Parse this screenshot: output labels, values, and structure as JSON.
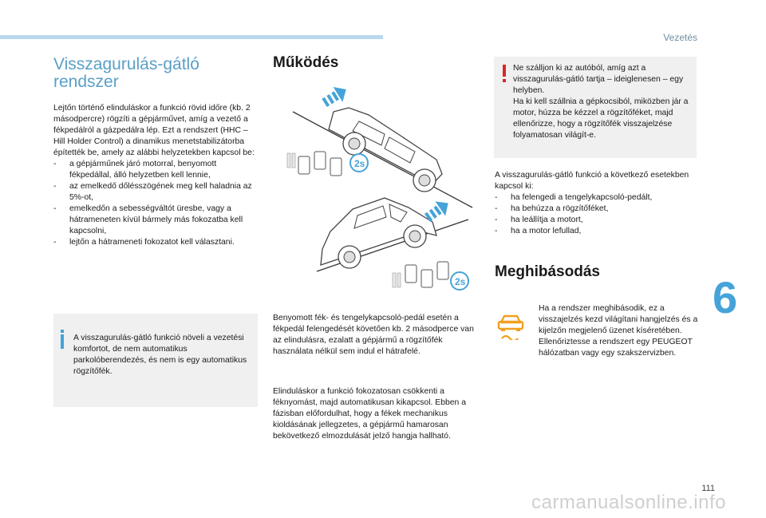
{
  "header": {
    "section_name": "Vezetés",
    "chapter_number": "6",
    "page_number": "111",
    "watermark": "carmanualsonline.info"
  },
  "left": {
    "title_line1": "Visszagurulás-gátló",
    "title_line2": "rendszer",
    "intro": "Lejtőn történő elinduláskor a funkció rövid időre (kb. 2 másodpercre) rögzíti a gépjárművet, amíg a vezető a fékpedálról a gázpedálra lép. Ezt a rendszert (HHC – Hill Holder Control) a dinamikus menetstabilizátorba építették be, amely az alábbi helyzetekben kapcsol be:",
    "conditions": [
      "a gépjárműnek járó motorral, benyomott fékpedállal, álló helyzetben kell lennie,",
      "az emelkedő dőlésszögének meg kell haladnia az 5%-ot,",
      "emelkedőn a sebességváltót üresbe, vagy a hátrameneten kívül bármely más fokozatba kell kapcsolni,",
      "lejtőn a hátrameneti fokozatot kell választani."
    ],
    "info_note": "A visszagurulás-gátló funkció növeli a vezetési komfortot, de nem automatikus parkolóberendezés, és nem is egy automatikus rögzítőfék."
  },
  "middle": {
    "heading": "Működés",
    "para1": "Benyomott fék- és tengelykapcsoló-pedál esetén a fékpedál felengedését követően kb. 2 másodperce van az elindulásra, ezalatt a gépjármű a rögzítőfék használata nélkül sem indul el hátrafelé.",
    "para2": "Elinduláskor a funkció fokozatosan csökkenti a féknyomást, majd automatikusan kikapcsol. Ebben a fázisban előfordulhat, hogy a fékek mechanikus kioldásának jellegzetes, a gépjármű hamarosan bekövetkező elmozdulását jelző hangja hallható."
  },
  "right": {
    "warning_line1": "Ne szálljon ki az autóból, amíg azt a visszagurulás-gátló tartja – ideiglenesen – egy helyben.",
    "warning_line2": "Ha ki kell szállnia a gépkocsiból, miközben jár a motor, húzza be kézzel a rögzítőféket, majd ellenőrizze, hogy a rögzítőfék visszajelzése folyamatosan világít-e.",
    "deactivate_intro": "A visszagurulás-gátló funkció a következő esetekben kapcsol ki:",
    "deactivate_items": [
      "ha felengedi a tengelykapcsoló-pedált,",
      "ha behúzza a rögzítőféket,",
      "ha leállítja a motort,",
      "ha a motor lefullad,"
    ],
    "fault_heading": "Meghibásodás",
    "fault_text": "Ha a rendszer meghibásodik, ez a visszajelzés kezd világítani hangjelzés és a kijelzőn megjelenő üzenet kíséretében. Ellenőriztesse a rendszert egy PEUGEOT hálózatban vagy egy szakszervizben."
  },
  "colors": {
    "accent_blue": "#45a3d9",
    "title_blue": "#5a9fc7",
    "warning_red": "#d9262b",
    "fault_amber": "#f0a020",
    "box_gray": "#f0f0f0"
  },
  "icons": {
    "info": "info-icon",
    "warning": "exclamation-icon",
    "fault": "car-skid-warning-icon"
  }
}
